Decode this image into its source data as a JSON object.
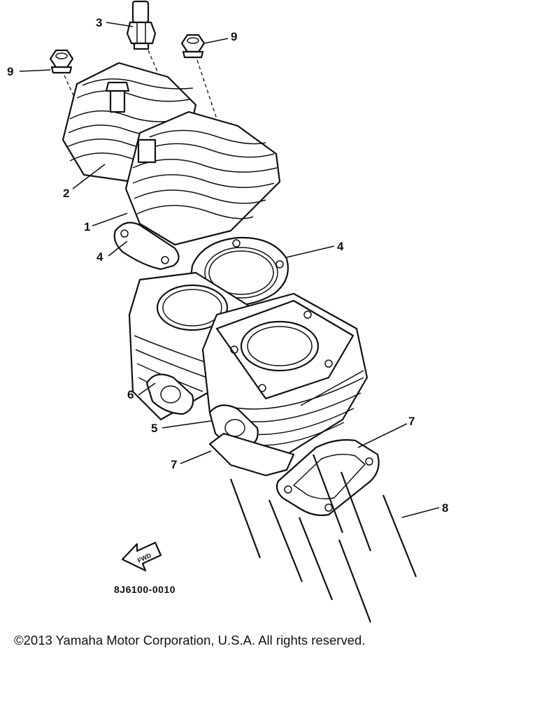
{
  "callouts": [
    {
      "id": "3",
      "label": "3"
    },
    {
      "id": "9a",
      "label": "9"
    },
    {
      "id": "9b",
      "label": "9"
    },
    {
      "id": "2",
      "label": "2"
    },
    {
      "id": "1",
      "label": "1"
    },
    {
      "id": "4a",
      "label": "4"
    },
    {
      "id": "4b",
      "label": "4"
    },
    {
      "id": "6",
      "label": "6"
    },
    {
      "id": "5",
      "label": "5"
    },
    {
      "id": "7a",
      "label": "7"
    },
    {
      "id": "7b",
      "label": "7"
    },
    {
      "id": "8",
      "label": "8"
    }
  ],
  "fwd_label": "FWD",
  "drawing_code": "8J6100-0010",
  "copyright": "©2013 Yamaha Motor Corporation, U.S.A. All rights reserved."
}
